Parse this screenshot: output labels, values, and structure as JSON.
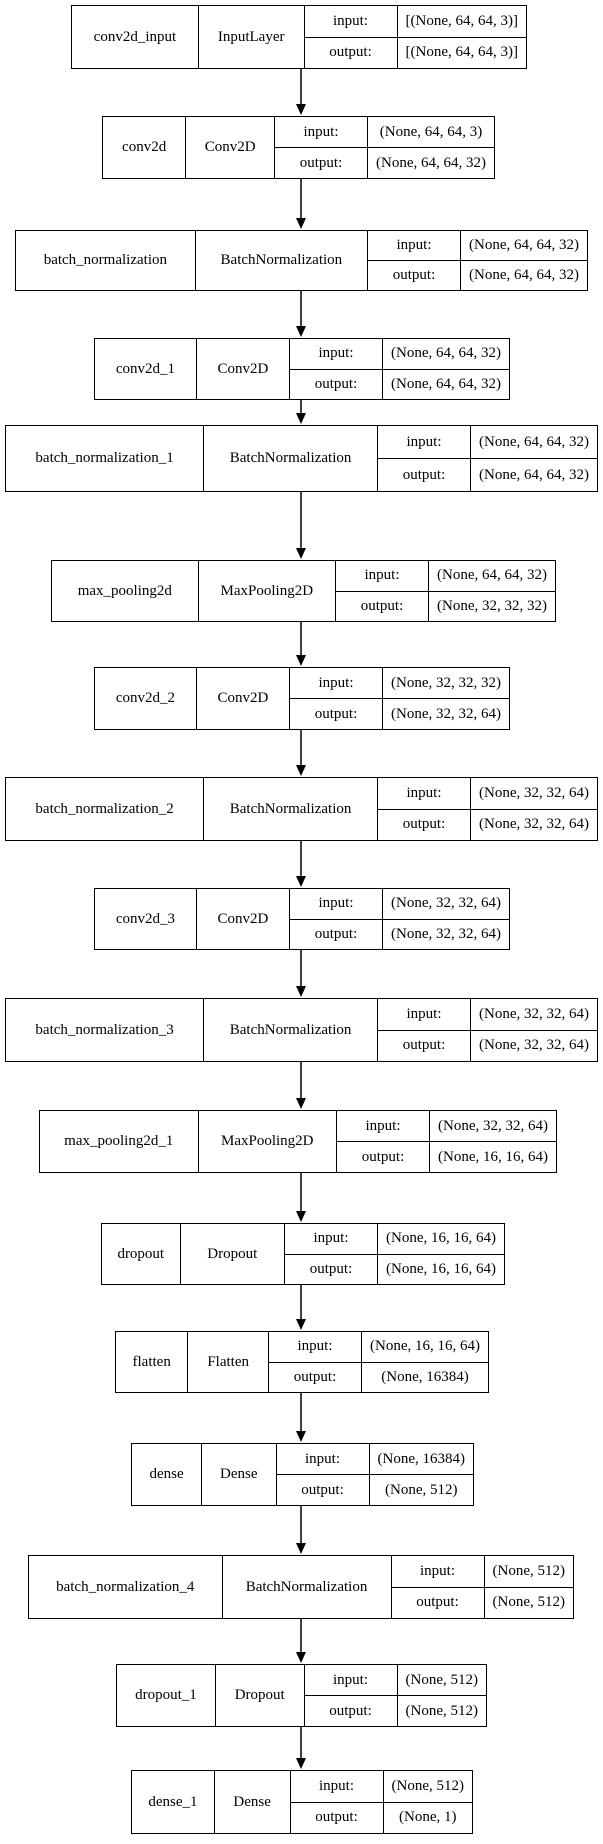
{
  "diagram": {
    "input_label": "input:",
    "output_label": "output:",
    "layers": [
      {
        "name": "conv2d_input",
        "type": "InputLayer",
        "input": "[(None, 64, 64, 3)]",
        "output": "[(None, 64, 64, 3)]"
      },
      {
        "name": "conv2d",
        "type": "Conv2D",
        "input": "(None, 64, 64, 3)",
        "output": "(None, 64, 64, 32)"
      },
      {
        "name": "batch_normalization",
        "type": "BatchNormalization",
        "input": "(None, 64, 64, 32)",
        "output": "(None, 64, 64, 32)"
      },
      {
        "name": "conv2d_1",
        "type": "Conv2D",
        "input": "(None, 64, 64, 32)",
        "output": "(None, 64, 64, 32)"
      },
      {
        "name": "batch_normalization_1",
        "type": "BatchNormalization",
        "input": "(None, 64, 64, 32)",
        "output": "(None, 64, 64, 32)"
      },
      {
        "name": "max_pooling2d",
        "type": "MaxPooling2D",
        "input": "(None, 64, 64, 32)",
        "output": "(None, 32, 32, 32)"
      },
      {
        "name": "conv2d_2",
        "type": "Conv2D",
        "input": "(None, 32, 32, 32)",
        "output": "(None, 32, 32, 64)"
      },
      {
        "name": "batch_normalization_2",
        "type": "BatchNormalization",
        "input": "(None, 32, 32, 64)",
        "output": "(None, 32, 32, 64)"
      },
      {
        "name": "conv2d_3",
        "type": "Conv2D",
        "input": "(None, 32, 32, 64)",
        "output": "(None, 32, 32, 64)"
      },
      {
        "name": "batch_normalization_3",
        "type": "BatchNormalization",
        "input": "(None, 32, 32, 64)",
        "output": "(None, 32, 32, 64)"
      },
      {
        "name": "max_pooling2d_1",
        "type": "MaxPooling2D",
        "input": "(None, 32, 32, 64)",
        "output": "(None, 16, 16, 64)"
      },
      {
        "name": "dropout",
        "type": "Dropout",
        "input": "(None, 16, 16, 64)",
        "output": "(None, 16, 16, 64)"
      },
      {
        "name": "flatten",
        "type": "Flatten",
        "input": "(None, 16, 16, 64)",
        "output": "(None, 16384)"
      },
      {
        "name": "dense",
        "type": "Dense",
        "input": "(None, 16384)",
        "output": "(None, 512)"
      },
      {
        "name": "batch_normalization_4",
        "type": "BatchNormalization",
        "input": "(None, 512)",
        "output": "(None, 512)"
      },
      {
        "name": "dropout_1",
        "type": "Dropout",
        "input": "(None, 512)",
        "output": "(None, 512)"
      },
      {
        "name": "dense_1",
        "type": "Dense",
        "input": "(None, 512)",
        "output": "(None, 1)"
      }
    ]
  }
}
